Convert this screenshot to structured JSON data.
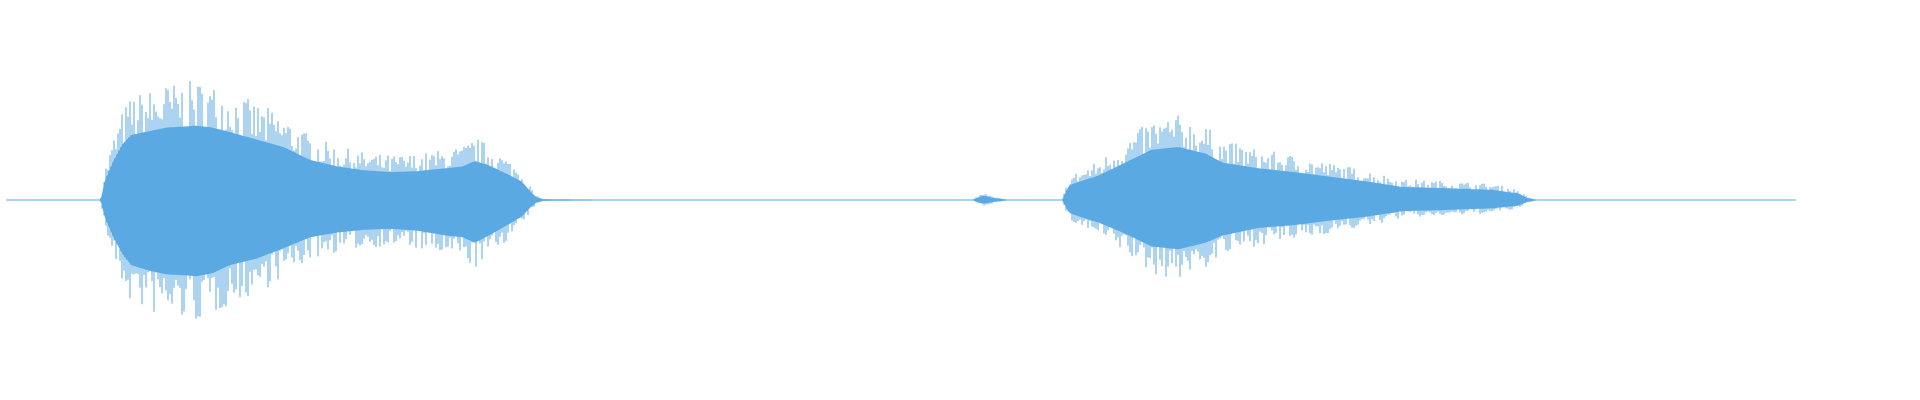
{
  "colors": {
    "background": "#ffffff",
    "waveform": "#5aa9e2"
  },
  "chart_data": {
    "type": "area",
    "x_range": [
      0,
      1
    ],
    "y_range": [
      -1,
      1
    ],
    "grid": false,
    "legend": "none",
    "envelope": {
      "x": [
        0.0,
        0.053,
        0.055,
        0.06,
        0.065,
        0.07,
        0.08,
        0.09,
        0.1,
        0.106,
        0.115,
        0.125,
        0.14,
        0.155,
        0.17,
        0.185,
        0.2,
        0.215,
        0.23,
        0.245,
        0.255,
        0.262,
        0.27,
        0.28,
        0.288,
        0.293,
        0.296,
        0.3,
        0.32,
        0.4,
        0.5,
        0.54,
        0.546,
        0.552,
        0.56,
        0.57,
        0.59,
        0.594,
        0.6,
        0.61,
        0.625,
        0.64,
        0.655,
        0.67,
        0.68,
        0.7,
        0.72,
        0.74,
        0.76,
        0.78,
        0.8,
        0.83,
        0.845,
        0.85,
        0.855,
        0.9,
        0.938,
        1.0
      ],
      "pos": [
        0.004,
        0.004,
        0.2,
        0.42,
        0.6,
        0.7,
        0.74,
        0.78,
        0.79,
        0.8,
        0.78,
        0.73,
        0.65,
        0.57,
        0.43,
        0.36,
        0.32,
        0.3,
        0.31,
        0.34,
        0.36,
        0.42,
        0.37,
        0.28,
        0.2,
        0.09,
        0.03,
        0.01,
        0.006,
        0.005,
        0.005,
        0.004,
        0.05,
        0.02,
        0.004,
        0.004,
        0.004,
        0.16,
        0.2,
        0.26,
        0.4,
        0.54,
        0.57,
        0.5,
        0.4,
        0.34,
        0.3,
        0.25,
        0.2,
        0.14,
        0.13,
        0.11,
        0.07,
        0.02,
        0.005,
        0.004,
        0.004,
        0
      ],
      "neg": [
        -0.004,
        -0.004,
        -0.18,
        -0.4,
        -0.58,
        -0.7,
        -0.76,
        -0.8,
        -0.81,
        -0.82,
        -0.79,
        -0.7,
        -0.63,
        -0.52,
        -0.4,
        -0.35,
        -0.32,
        -0.31,
        -0.33,
        -0.38,
        -0.4,
        -0.46,
        -0.38,
        -0.27,
        -0.18,
        -0.08,
        -0.03,
        -0.01,
        -0.006,
        -0.005,
        -0.005,
        -0.004,
        -0.04,
        -0.02,
        -0.004,
        -0.004,
        -0.004,
        -0.14,
        -0.18,
        -0.24,
        -0.36,
        -0.5,
        -0.53,
        -0.46,
        -0.38,
        -0.3,
        -0.27,
        -0.22,
        -0.18,
        -0.12,
        -0.11,
        -0.09,
        -0.06,
        -0.02,
        -0.005,
        -0.004,
        -0.004,
        0
      ]
    }
  }
}
